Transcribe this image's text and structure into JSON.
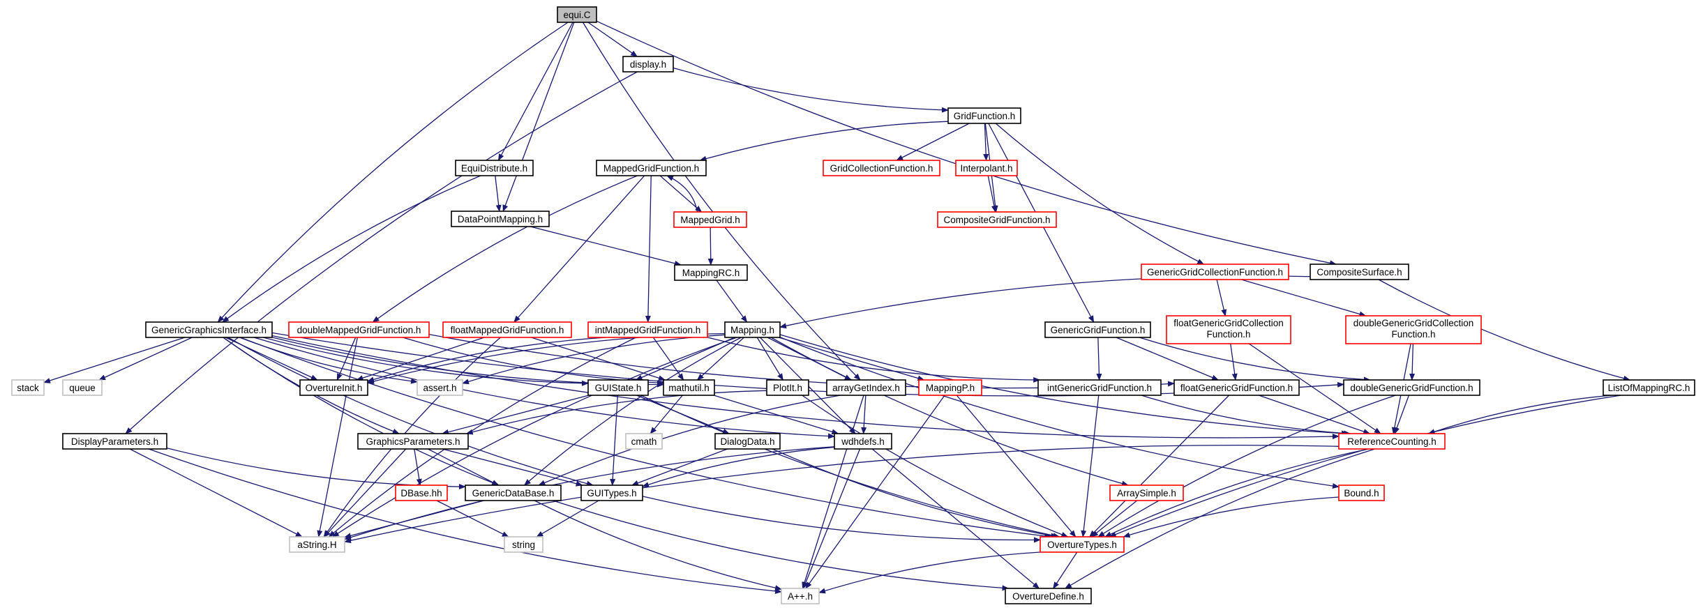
{
  "colors": {
    "edge": "#191970",
    "border_normal": "#000000",
    "border_red": "#ff0000",
    "border_gray": "#bfbfbf",
    "root_fill": "#bfbfbf",
    "fill": "#ffffff"
  },
  "nodes": {
    "equiC": {
      "label": "equi.C",
      "style": "root"
    },
    "display": {
      "label": "display.h",
      "style": "normal"
    },
    "EquiDistribute": {
      "label": "EquiDistribute.h",
      "style": "normal"
    },
    "DataPointMapping": {
      "label": "DataPointMapping.h",
      "style": "normal"
    },
    "GridFunction": {
      "label": "GridFunction.h",
      "style": "normal"
    },
    "MappedGridFunction": {
      "label": "MappedGridFunction.h",
      "style": "normal"
    },
    "GridCollectionFunction": {
      "label": "GridCollectionFunction.h",
      "style": "red"
    },
    "Interpolant": {
      "label": "Interpolant.h",
      "style": "red"
    },
    "CompositeGridFunction": {
      "label": "CompositeGridFunction.h",
      "style": "red"
    },
    "MappedGrid": {
      "label": "MappedGrid.h",
      "style": "red"
    },
    "MappingRC": {
      "label": "MappingRC.h",
      "style": "normal"
    },
    "GenericGridCollectionFunction": {
      "label": "GenericGridCollectionFunction.h",
      "style": "red"
    },
    "CompositeSurface": {
      "label": "CompositeSurface.h",
      "style": "normal"
    },
    "GenericGraphicsInterface": {
      "label": "GenericGraphicsInterface.h",
      "style": "normal"
    },
    "doubleMappedGridFunction": {
      "label": "doubleMappedGridFunction.h",
      "style": "red"
    },
    "floatMappedGridFunction": {
      "label": "floatMappedGridFunction.h",
      "style": "red"
    },
    "intMappedGridFunction": {
      "label": "intMappedGridFunction.h",
      "style": "red"
    },
    "Mapping": {
      "label": "Mapping.h",
      "style": "normal"
    },
    "GenericGridFunction": {
      "label": "GenericGridFunction.h",
      "style": "normal"
    },
    "floatGenericGridCollectionFunction": {
      "label": "floatGenericGridCollection\nFunction.h",
      "style": "red"
    },
    "doubleGenericGridCollectionFunction": {
      "label": "doubleGenericGridCollection\nFunction.h",
      "style": "red"
    },
    "stack": {
      "label": "stack",
      "style": "gray"
    },
    "queue": {
      "label": "queue",
      "style": "gray"
    },
    "OvertureInit": {
      "label": "OvertureInit.h",
      "style": "normal"
    },
    "assert": {
      "label": "assert.h",
      "style": "gray"
    },
    "GUIState": {
      "label": "GUIState.h",
      "style": "normal"
    },
    "mathutil": {
      "label": "mathutil.h",
      "style": "normal"
    },
    "PlotIt": {
      "label": "PlotIt.h",
      "style": "normal"
    },
    "arrayGetIndex": {
      "label": "arrayGetIndex.h",
      "style": "normal"
    },
    "MappingP": {
      "label": "MappingP.h",
      "style": "red"
    },
    "intGenericGridFunction": {
      "label": "intGenericGridFunction.h",
      "style": "normal"
    },
    "floatGenericGridFunction": {
      "label": "floatGenericGridFunction.h",
      "style": "normal"
    },
    "doubleGenericGridFunction": {
      "label": "doubleGenericGridFunction.h",
      "style": "normal"
    },
    "ListOfMappingRC": {
      "label": "ListOfMappingRC.h",
      "style": "normal"
    },
    "DisplayParameters": {
      "label": "DisplayParameters.h",
      "style": "normal"
    },
    "GraphicsParameters": {
      "label": "GraphicsParameters.h",
      "style": "normal"
    },
    "cmath": {
      "label": "cmath",
      "style": "gray"
    },
    "DialogData": {
      "label": "DialogData.h",
      "style": "normal"
    },
    "wdhdefs": {
      "label": "wdhdefs.h",
      "style": "normal"
    },
    "ReferenceCounting": {
      "label": "ReferenceCounting.h",
      "style": "red"
    },
    "DBase": {
      "label": "DBase.hh",
      "style": "red"
    },
    "GenericDataBase": {
      "label": "GenericDataBase.h",
      "style": "normal"
    },
    "GUITypes": {
      "label": "GUITypes.h",
      "style": "normal"
    },
    "ArraySimple": {
      "label": "ArraySimple.h",
      "style": "red"
    },
    "Bound": {
      "label": "Bound.h",
      "style": "red"
    },
    "aString": {
      "label": "aString.H",
      "style": "gray"
    },
    "string": {
      "label": "string",
      "style": "gray"
    },
    "OvertureTypes": {
      "label": "OvertureTypes.h",
      "style": "red"
    },
    "App": {
      "label": "A++.h",
      "style": "gray"
    },
    "OvertureDefine": {
      "label": "OvertureDefine.h",
      "style": "normal"
    }
  },
  "edges": [
    [
      "equiC",
      "display"
    ],
    [
      "equiC",
      "EquiDistribute"
    ],
    [
      "equiC",
      "DataPointMapping"
    ],
    [
      "equiC",
      "GenericGraphicsInterface"
    ],
    [
      "equiC",
      "arrayGetIndex"
    ],
    [
      "equiC",
      "CompositeSurface"
    ],
    [
      "display",
      "GridFunction"
    ],
    [
      "display",
      "DisplayParameters"
    ],
    [
      "EquiDistribute",
      "DataPointMapping"
    ],
    [
      "EquiDistribute",
      "GenericGraphicsInterface"
    ],
    [
      "DataPointMapping",
      "MappingRC"
    ],
    [
      "GridFunction",
      "MappedGridFunction"
    ],
    [
      "GridFunction",
      "GridCollectionFunction"
    ],
    [
      "GridFunction",
      "Interpolant"
    ],
    [
      "GridFunction",
      "CompositeGridFunction"
    ],
    [
      "GridFunction",
      "GenericGridCollectionFunction"
    ],
    [
      "GridFunction",
      "GenericGridFunction"
    ],
    [
      "Interpolant",
      "CompositeGridFunction"
    ],
    [
      "MappedGridFunction",
      "MappedGrid"
    ],
    [
      "MappedGrid",
      "MappedGridFunction"
    ],
    [
      "MappedGridFunction",
      "doubleMappedGridFunction"
    ],
    [
      "MappedGridFunction",
      "floatMappedGridFunction"
    ],
    [
      "MappedGridFunction",
      "intMappedGridFunction"
    ],
    [
      "MappedGrid",
      "MappingRC"
    ],
    [
      "MappingRC",
      "Mapping"
    ],
    [
      "GenericGridCollectionFunction",
      "floatGenericGridCollectionFunction"
    ],
    [
      "GenericGridCollectionFunction",
      "doubleGenericGridCollectionFunction"
    ],
    [
      "CompositeSurface",
      "Mapping"
    ],
    [
      "CompositeSurface",
      "ListOfMappingRC"
    ],
    [
      "GenericGraphicsInterface",
      "stack"
    ],
    [
      "GenericGraphicsInterface",
      "queue"
    ],
    [
      "GenericGraphicsInterface",
      "OvertureInit"
    ],
    [
      "GenericGraphicsInterface",
      "assert"
    ],
    [
      "GenericGraphicsInterface",
      "GUIState"
    ],
    [
      "GenericGraphicsInterface",
      "mathutil"
    ],
    [
      "GenericGraphicsInterface",
      "GraphicsParameters"
    ],
    [
      "GenericGraphicsInterface",
      "GenericDataBase"
    ],
    [
      "GenericGraphicsInterface",
      "GUITypes"
    ],
    [
      "GenericGraphicsInterface",
      "wdhdefs"
    ],
    [
      "GenericGraphicsInterface",
      "OvertureTypes"
    ],
    [
      "GenericGraphicsInterface",
      "ReferenceCounting"
    ],
    [
      "GenericGraphicsInterface",
      "doubleGenericGridFunction"
    ],
    [
      "doubleMappedGridFunction",
      "OvertureInit"
    ],
    [
      "doubleMappedGridFunction",
      "aString"
    ],
    [
      "doubleMappedGridFunction",
      "mathutil"
    ],
    [
      "doubleMappedGridFunction",
      "floatGenericGridFunction"
    ],
    [
      "floatMappedGridFunction",
      "OvertureInit"
    ],
    [
      "floatMappedGridFunction",
      "aString"
    ],
    [
      "floatMappedGridFunction",
      "mathutil"
    ],
    [
      "intMappedGridFunction",
      "OvertureInit"
    ],
    [
      "intMappedGridFunction",
      "aString"
    ],
    [
      "intMappedGridFunction",
      "mathutil"
    ],
    [
      "intMappedGridFunction",
      "intGenericGridFunction"
    ],
    [
      "Mapping",
      "OvertureInit"
    ],
    [
      "Mapping",
      "assert"
    ],
    [
      "Mapping",
      "GUIState"
    ],
    [
      "Mapping",
      "mathutil"
    ],
    [
      "Mapping",
      "PlotIt"
    ],
    [
      "Mapping",
      "arrayGetIndex"
    ],
    [
      "Mapping",
      "MappingP"
    ],
    [
      "Mapping",
      "wdhdefs"
    ],
    [
      "Mapping",
      "aString"
    ],
    [
      "Mapping",
      "GenericDataBase"
    ],
    [
      "Mapping",
      "ArraySimple"
    ],
    [
      "Mapping",
      "ReferenceCounting"
    ],
    [
      "Mapping",
      "Bound"
    ],
    [
      "GenericGridFunction",
      "intGenericGridFunction"
    ],
    [
      "GenericGridFunction",
      "floatGenericGridFunction"
    ],
    [
      "GenericGridFunction",
      "doubleGenericGridFunction"
    ],
    [
      "floatGenericGridCollectionFunction",
      "floatGenericGridFunction"
    ],
    [
      "floatGenericGridCollectionFunction",
      "ReferenceCounting"
    ],
    [
      "doubleGenericGridCollectionFunction",
      "doubleGenericGridFunction"
    ],
    [
      "doubleGenericGridCollectionFunction",
      "ReferenceCounting"
    ],
    [
      "GUIState",
      "GraphicsParameters"
    ],
    [
      "GUIState",
      "DialogData"
    ],
    [
      "GUIState",
      "GUITypes"
    ],
    [
      "GUIState",
      "OvertureTypes"
    ],
    [
      "mathutil",
      "cmath"
    ],
    [
      "mathutil",
      "wdhdefs"
    ],
    [
      "PlotIt",
      "GraphicsParameters"
    ],
    [
      "PlotIt",
      "OvertureTypes"
    ],
    [
      "arrayGetIndex",
      "wdhdefs"
    ],
    [
      "arrayGetIndex",
      "App"
    ],
    [
      "arrayGetIndex",
      "GenericDataBase"
    ],
    [
      "MappingP",
      "App"
    ],
    [
      "MappingP",
      "OvertureTypes"
    ],
    [
      "intGenericGridFunction",
      "ReferenceCounting"
    ],
    [
      "intGenericGridFunction",
      "OvertureTypes"
    ],
    [
      "floatGenericGridFunction",
      "ReferenceCounting"
    ],
    [
      "floatGenericGridFunction",
      "OvertureTypes"
    ],
    [
      "doubleGenericGridFunction",
      "ReferenceCounting"
    ],
    [
      "doubleGenericGridFunction",
      "OvertureTypes"
    ],
    [
      "ListOfMappingRC",
      "ReferenceCounting"
    ],
    [
      "ListOfMappingRC",
      "OvertureTypes"
    ],
    [
      "DisplayParameters",
      "GenericDataBase"
    ],
    [
      "DisplayParameters",
      "aString"
    ],
    [
      "DisplayParameters",
      "App"
    ],
    [
      "GraphicsParameters",
      "DBase"
    ],
    [
      "GraphicsParameters",
      "GenericDataBase"
    ],
    [
      "GraphicsParameters",
      "GUITypes"
    ],
    [
      "GraphicsParameters",
      "aString"
    ],
    [
      "DialogData",
      "GUITypes"
    ],
    [
      "DialogData",
      "OvertureTypes"
    ],
    [
      "wdhdefs",
      "aString"
    ],
    [
      "wdhdefs",
      "App"
    ],
    [
      "wdhdefs",
      "OvertureDefine"
    ],
    [
      "wdhdefs",
      "GUITypes"
    ],
    [
      "ReferenceCounting",
      "aString"
    ],
    [
      "ReferenceCounting",
      "OvertureTypes"
    ],
    [
      "ReferenceCounting",
      "OvertureDefine"
    ],
    [
      "DBase",
      "string"
    ],
    [
      "GenericDataBase",
      "aString"
    ],
    [
      "GenericDataBase",
      "App"
    ],
    [
      "GenericDataBase",
      "OvertureDefine"
    ],
    [
      "GUITypes",
      "string"
    ],
    [
      "GUITypes",
      "OvertureTypes"
    ],
    [
      "ArraySimple",
      "OvertureTypes"
    ],
    [
      "Bound",
      "OvertureTypes"
    ],
    [
      "OvertureTypes",
      "App"
    ],
    [
      "OvertureTypes",
      "OvertureDefine"
    ]
  ]
}
